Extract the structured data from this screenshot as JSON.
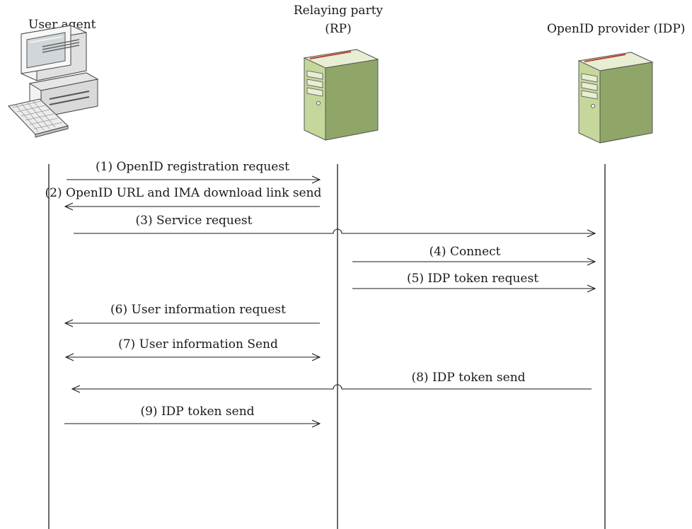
{
  "actors": {
    "user_agent": {
      "label": "User agent"
    },
    "rp": {
      "label_line1": "Relaying party",
      "label_line2": "(RP)"
    },
    "idp": {
      "label": "OpenID provider (IDP)"
    }
  },
  "messages": [
    {
      "label": "(1) OpenID registration request",
      "from": "user_agent",
      "to": "rp",
      "style": "right"
    },
    {
      "label": "(2) OpenID URL and IMA download link send",
      "from": "rp",
      "to": "user_agent",
      "style": "left"
    },
    {
      "label": "(3) Service request",
      "from": "user_agent",
      "to": "idp",
      "style": "right",
      "hop_rp": true
    },
    {
      "label": "(4) Connect",
      "from": "rp",
      "to": "idp",
      "style": "right"
    },
    {
      "label": "(5) IDP token request",
      "from": "rp",
      "to": "idp",
      "style": "right"
    },
    {
      "label": "(6) User information request",
      "from": "rp",
      "to": "user_agent",
      "style": "left"
    },
    {
      "label": "(7) User information Send",
      "from": "user_agent",
      "to": "rp",
      "style": "both"
    },
    {
      "label": "(8) IDP token send",
      "from": "idp",
      "to": "user_agent",
      "style": "left",
      "hop_rp": true
    },
    {
      "label": "(9) IDP token send",
      "from": "user_agent",
      "to": "rp",
      "style": "right"
    }
  ],
  "colors": {
    "line": "#1a1a1a",
    "server_body": "#c5d79a",
    "server_dark": "#8fa668",
    "server_top": "#e8eed4",
    "server_accent": "#b8422c",
    "pc_body": "#f2f2f2",
    "pc_shade": "#bfbfbf"
  }
}
